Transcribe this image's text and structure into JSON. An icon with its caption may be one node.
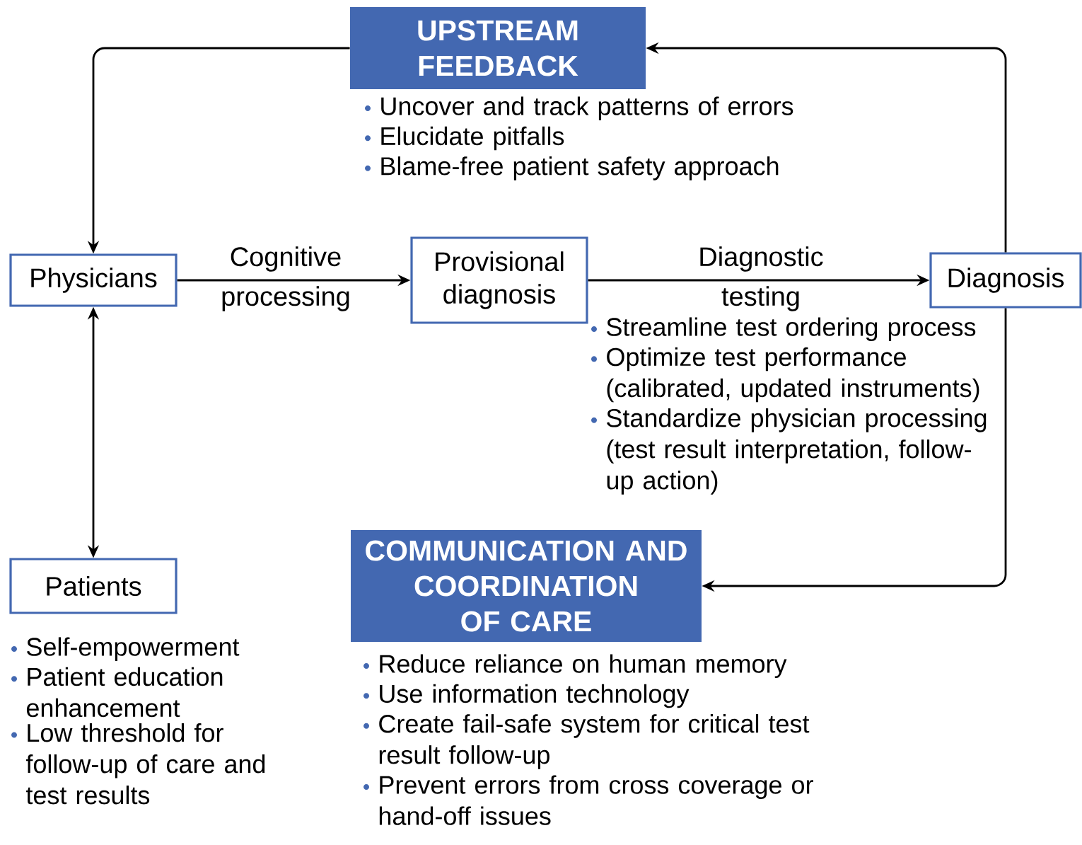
{
  "diagram": {
    "nodes": [
      {
        "text": [
          "UPSTREAM FEEDBACK"
        ],
        "beside": [
          "Uncover and track patterns of errors",
          "Elucidate pitfalls",
          "Blame-free patient safety approach"
        ]
      },
      {
        "text": [
          "Physicians"
        ]
      },
      {
        "text": [
          "Provisional diagnosis"
        ]
      },
      {
        "text": [
          "Diagnosis"
        ]
      },
      {
        "text": [
          "Patients"
        ],
        "beside": [
          "Self-empowerment",
          "Patient education enhancement",
          "Low threshold for follow-up of care and test results"
        ]
      },
      {
        "text": [
          "COMMUNICATION AND COORDINATION OF CARE"
        ],
        "beside": [
          "Reduce reliance on human memory",
          "Use information technology",
          "Create fail-safe system for critical test result follow-up",
          "Prevent errors from cross coverage or hand-off issues"
        ]
      }
    ],
    "edges": [
      {
        "from": 1,
        "to": 2,
        "arrow": "to",
        "label": "Cognitive processing"
      },
      {
        "from": 2,
        "to": 3,
        "arrow": "to",
        "label": "Diagnostic testing"
      },
      {
        "from": 3,
        "to": 0,
        "arrow": "to"
      },
      {
        "from": 0,
        "to": 1,
        "arrow": "to"
      },
      {
        "from": 3,
        "to": 5,
        "arrow": "to"
      },
      {
        "from": 1,
        "to": 4,
        "arrow": "both"
      }
    ],
    "labels": [
      "Streamline test ordering process",
      "Optimize test performance (calibrated, updated instruments)",
      "Standardize physician processing (test result interpretation, follow-up action)"
    ]
  }
}
